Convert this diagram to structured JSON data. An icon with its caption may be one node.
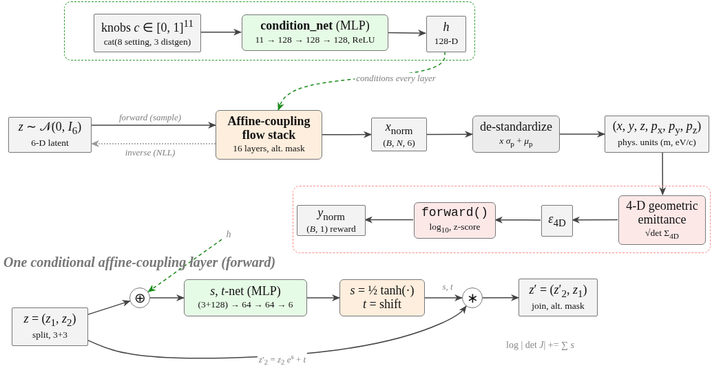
{
  "diagram": {
    "nodes": [
      {
        "text": [],
        "shape": "box"
      },
      {
        "text": [
          "knobs *c* ∈ [0, 1]$^{11}$",
          "cat(8 setting, 3 distgen)"
        ],
        "in": 0
      },
      {
        "text": [
          "**condition_net** (MLP)",
          "11 → 128 → 128 → 128, ReLU"
        ],
        "in": 0
      },
      {
        "text": [
          "*h*",
          "128-D"
        ],
        "in": 0
      },
      {
        "text": [
          "*z* ∼ 𝒩(0, *I*$_{6}$)",
          "6-D latent"
        ]
      },
      {
        "text": [
          "Affine-coupling flow stack",
          "16 layers, alt. mask"
        ]
      },
      {
        "text": [
          "*x*$_{norm}$",
          "(*B*, *N*, 6)"
        ]
      },
      {
        "text": [
          "de-standardize",
          "*x σ*$_{p}$ + *μ*$_{p}$"
        ]
      },
      {
        "text": [
          "(*x*, *y*, *z*, *p*$_{x}$, *p*$_{y}$, *p*$_{z}$)",
          "phys. units (m, eV/c)"
        ]
      },
      {
        "text": [],
        "shape": "box"
      },
      {
        "text": [
          "*y*$_{norm}$",
          "(*B*, 1) reward"
        ],
        "in": 9
      },
      {
        "text": [
          "forward()",
          "log$_{10}$, z-score"
        ],
        "in": 9
      },
      {
        "text": [
          "*ε*$_{4D}$"
        ],
        "in": 9
      },
      {
        "text": [
          "4-D geometric emittance",
          "√det Σ$_{4D}$"
        ],
        "in": 9
      },
      {
        "text": [
          "*h*"
        ]
      },
      {
        "text": [
          "⊕"
        ]
      },
      {
        "text": [
          "*s*, *t*-net (MLP)",
          "(3+128) → 64 → 64 → 6"
        ]
      },
      {
        "text": [
          "*s* = ½ tanh(·)",
          "*t* = shift"
        ]
      },
      {
        "text": [
          "∗"
        ]
      },
      {
        "text": [
          "*z*′ = (*z*′$_{2}$, *z*$_{1}$)",
          "join, alt. mask"
        ]
      },
      {
        "text": [
          "*z* = (*z*$_{1}$, *z*$_{2}$)",
          "split, 3+3"
        ]
      }
    ],
    "edges": [
      {
        "from": 1,
        "to": 2,
        "arrow": "to"
      },
      {
        "from": 2,
        "to": 3,
        "arrow": "to"
      },
      {
        "from": 3,
        "to": 5,
        "arrow": "to",
        "label": "conditions every layer",
        "style": "dashed",
        "color": "#1a8a1a"
      },
      {
        "from": 4,
        "to": 5,
        "arrow": "to",
        "label": "forward (sample)"
      },
      {
        "from": 5,
        "to": 4,
        "arrow": "to",
        "label": "inverse (NLL)",
        "style": "dashed",
        "color": "#999999"
      },
      {
        "from": 5,
        "to": 6,
        "arrow": "to"
      },
      {
        "from": 6,
        "to": 7,
        "arrow": "to"
      },
      {
        "from": 7,
        "to": 8,
        "arrow": "to"
      },
      {
        "from": 8,
        "to": 13,
        "arrow": "to"
      },
      {
        "from": 13,
        "to": 12,
        "arrow": "to"
      },
      {
        "from": 12,
        "to": 11,
        "arrow": "to"
      },
      {
        "from": 11,
        "to": 10,
        "arrow": "to"
      },
      {
        "from": 14,
        "to": 15,
        "arrow": "to",
        "style": "dashed",
        "color": "#1a8a1a"
      },
      {
        "from": 20,
        "to": 15,
        "arrow": "to"
      },
      {
        "from": 15,
        "to": 16,
        "arrow": "to"
      },
      {
        "from": 16,
        "to": 17,
        "arrow": "to"
      },
      {
        "from": 17,
        "to": 18,
        "arrow": "to",
        "label": "*s*, *t*"
      },
      {
        "from": 18,
        "to": 19,
        "arrow": "to"
      },
      {
        "from": 20,
        "to": 18,
        "arrow": "to",
        "label": "*z*′$_{2}$ = *z*$_{2}$ *e*$^{s}$ + *t*"
      }
    ],
    "labels": [
      "One conditional affine-coupling layer (forward)",
      "log | det *J*| += ∑ *s*"
    ]
  }
}
